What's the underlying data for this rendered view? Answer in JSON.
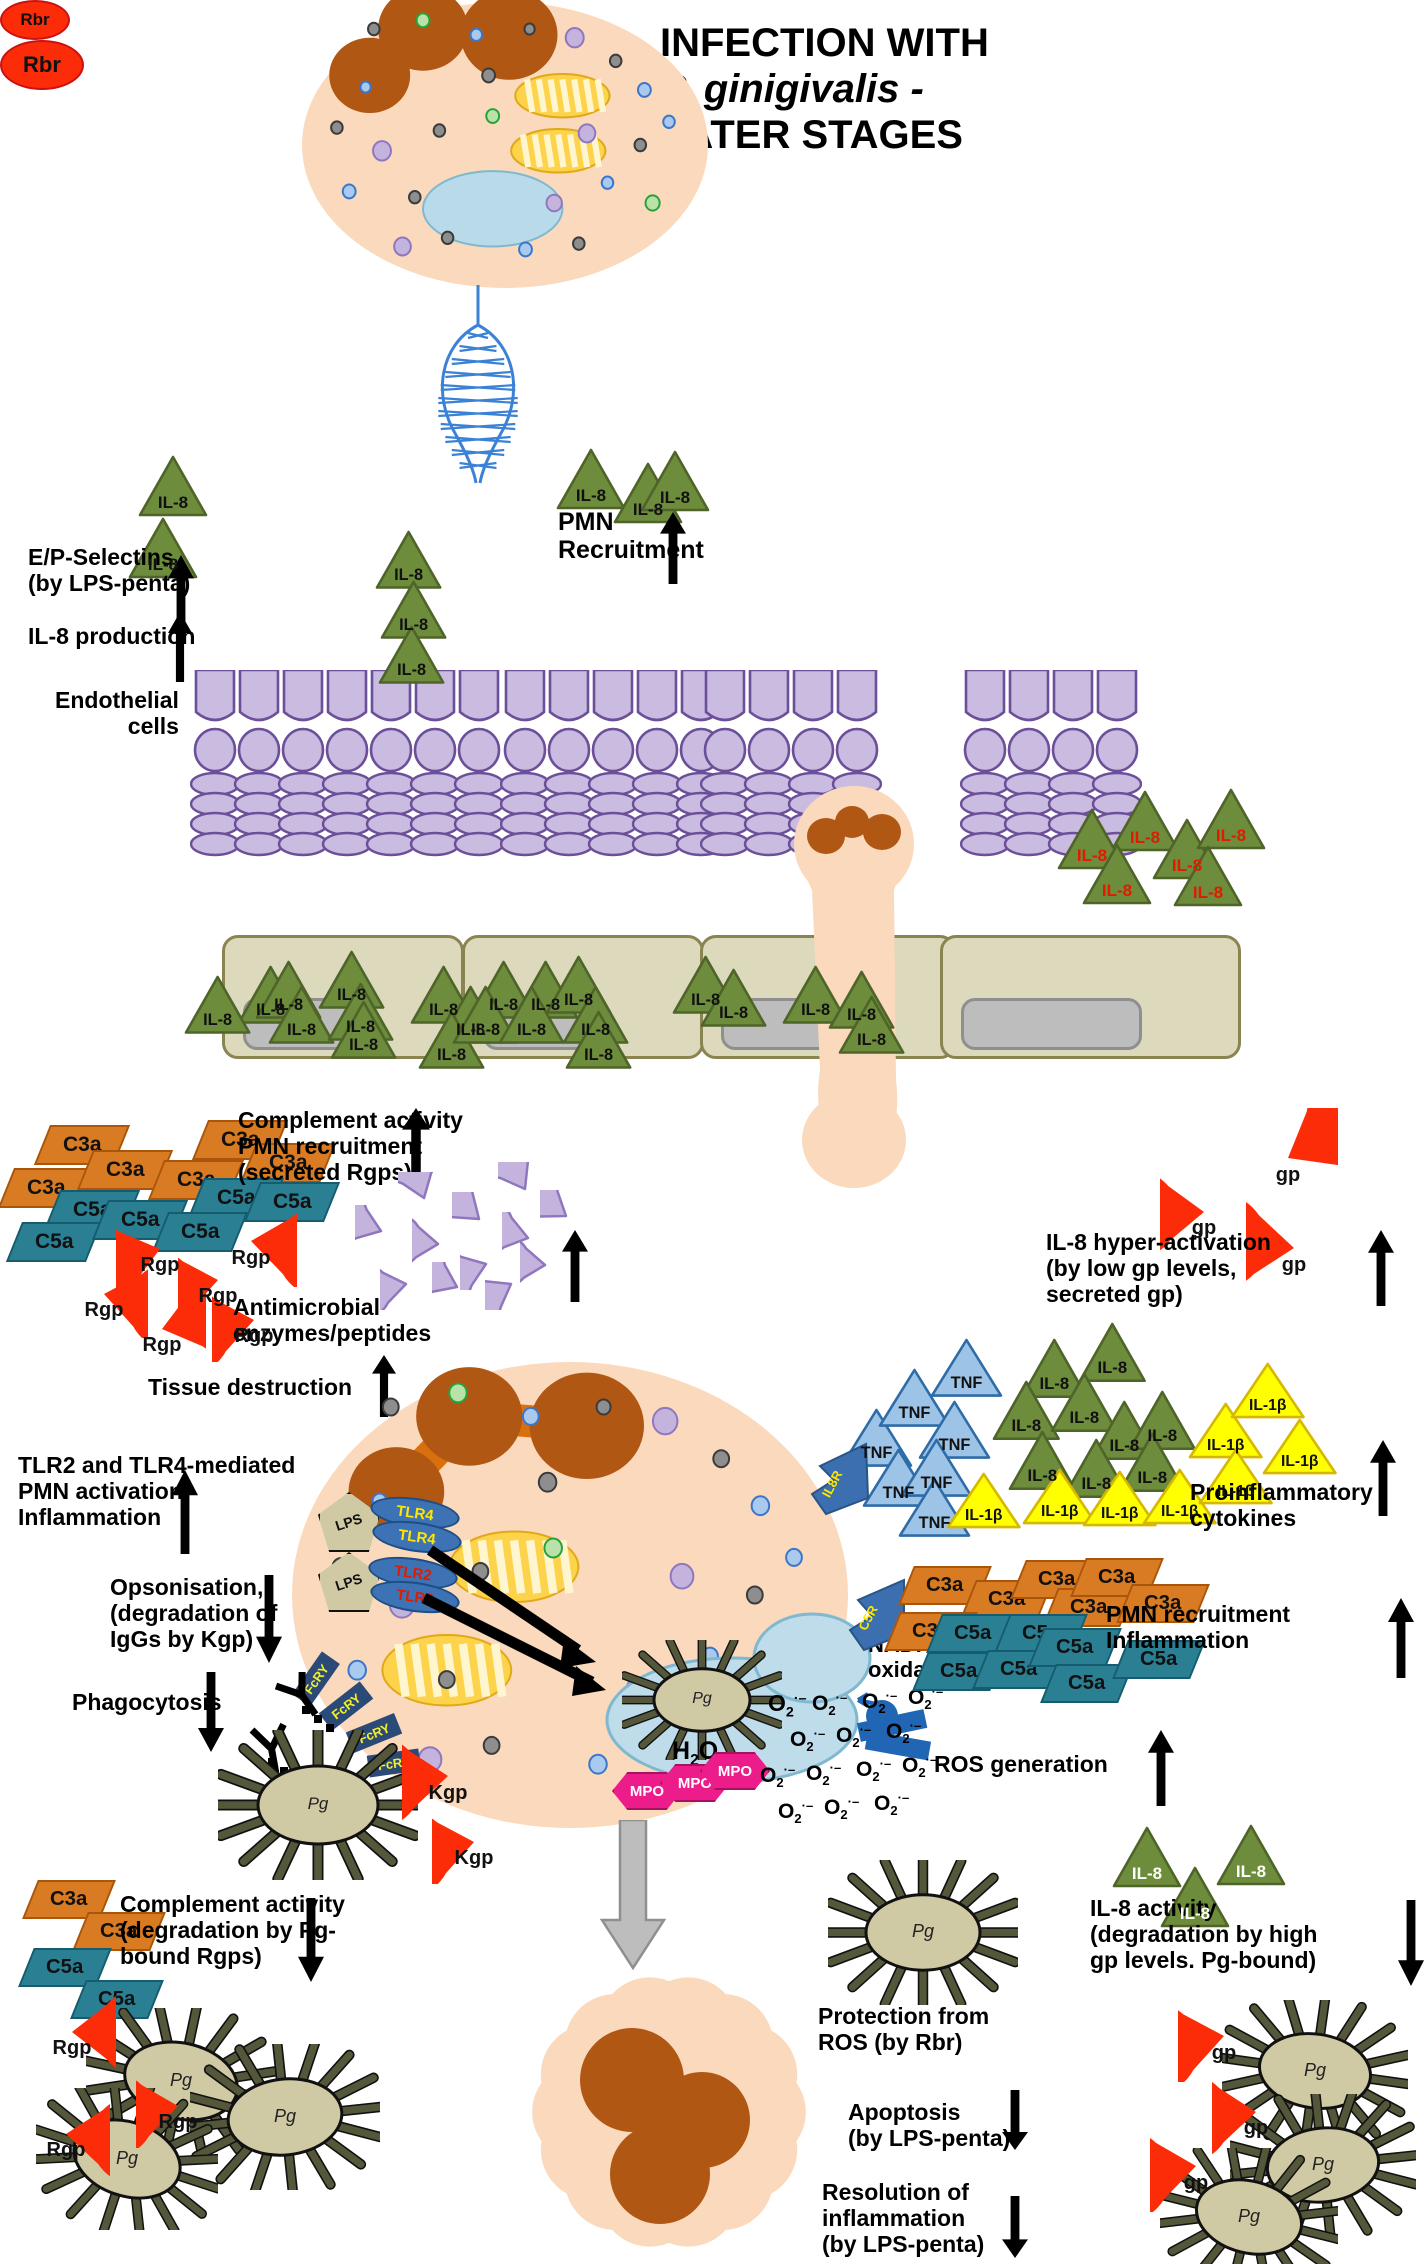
{
  "title": {
    "line1": "INFECTION WITH",
    "line2": "P. ginigivalis -",
    "line3": "LATER STAGES"
  },
  "colors": {
    "il8_green": "#6d8c3c",
    "tnf_blue": "#9dc3e6",
    "il1b_yellow": "#ffff00",
    "c3a_orange": "#d97b22",
    "c5a_teal": "#2a7f93",
    "gingipain_red": "#fc2b08",
    "bacteria_body": "#cfc9a4",
    "bacteria_fimbriae": "#55573a",
    "cell_cytoplasm": "#fbd9bd",
    "nucleus_brown": "#b05714",
    "granule_purple": "#c4b4dd",
    "endothelium_purple": "#c9bce0",
    "endothelial_cell": "#dcd9bd",
    "mpo_pink": "#ec1c8b",
    "phagosome_blue": "#bfdcea",
    "tlr_blue": "#3d72b4",
    "lps_tan": "#cfc9a4"
  },
  "labels": {
    "e_p_selectins": "E/P-Selectins\n(by LPS-penta)",
    "il8_production": "IL-8 production",
    "endothelial_cells": "Endothelial\ncells",
    "pmn_recruitment_top": "PMN\nRecruitment",
    "complement_pmn_secreted": "Complement activity\nPMN recruitment\n(secreted Rgps)",
    "antimicrobial": "Antimicrobial\nenzymes/peptides",
    "tissue_destruction": "Tissue destruction",
    "tlr_mediated": "TLR2 and TLR4-mediated\nPMN activation\nInflammation",
    "opsonisation": "Opsonisation,\n(degradation of\nIgGs by Kgp)",
    "phagocytosis": "Phagocytosis",
    "complement_pg_bound": "Complement activity\n(degradation by Pg-\nbound Rgps)",
    "il8_hyper": "IL-8 hyper-activation\n(by low gp levels,\nsecreted gp)",
    "proinflammatory": "Proinflammatory\ncytokines",
    "pmn_recruit_inflam": "PMN recruitment\nInflammation",
    "ros_generation": "ROS generation",
    "il8_activity": "IL-8 activity\n(degradation by high\ngp levels. Pg-bound)",
    "protection_ros": "Protection from\nROS (by Rbr)",
    "apoptosis": "Apoptosis\n(by LPS-penta)",
    "resolution": "Resolution of\ninflammation\n(by LPS-penta)",
    "nadph_oxidase": "NADPH\noxidase"
  },
  "molecules": {
    "il8": "IL-8",
    "tnf": "TNF",
    "il1b": "IL-1β",
    "c3a": "C3a",
    "c5a": "C5a",
    "rgp": "Rgp",
    "kgp": "Kgp",
    "gp": "gp",
    "rbr": "Rbr",
    "mpo": "MPO",
    "pg": "Pg",
    "lps": "LPS",
    "tlr4": "TLR4",
    "tlr2": "TLR2",
    "fcry": "FcRY",
    "il8r": "IL8R",
    "c5r": "C5R",
    "superoxide": "O₂·⁻",
    "h2o2": "H₂O₂"
  },
  "chart_data": {
    "type": "diagram",
    "title": "INFECTION WITH P. ginigivalis - LATER STAGES",
    "regions": [
      {
        "name": "top-pmn-cell",
        "description": "Neutrophil with multilobed nucleus, granules, mitochondria"
      },
      {
        "name": "endothelium",
        "description": "Endothelial cell layer with IL-8 accumulation"
      },
      {
        "name": "central-pmn",
        "description": "Activated PMN with TLR2/TLR4, FcRY, NADPH oxidase, MPO"
      },
      {
        "name": "apoptotic-cell",
        "description": "Apoptotic neutrophil with condensed nuclei"
      }
    ],
    "processes_up": [
      "E/P-Selectins (by LPS-penta)",
      "IL-8 production",
      "Complement activity PMN recruitment (secreted Rgps)",
      "Antimicrobial enzymes/peptides",
      "Tissue destruction",
      "TLR2 and TLR4-mediated PMN activation Inflammation",
      "IL-8 hyper-activation (by low gp levels, secreted gp)",
      "Proinflammatory cytokines",
      "PMN recruitment Inflammation",
      "ROS generation"
    ],
    "processes_down": [
      "Opsonisation (degradation of IgGs by Kgp)",
      "Phagocytosis",
      "Complement activity (degradation by Pg-bound Rgps)",
      "IL-8 activity (degradation by high gp levels. Pg-bound)",
      "Apoptosis (by LPS-penta)",
      "Resolution of inflammation (by LPS-penta)"
    ]
  }
}
